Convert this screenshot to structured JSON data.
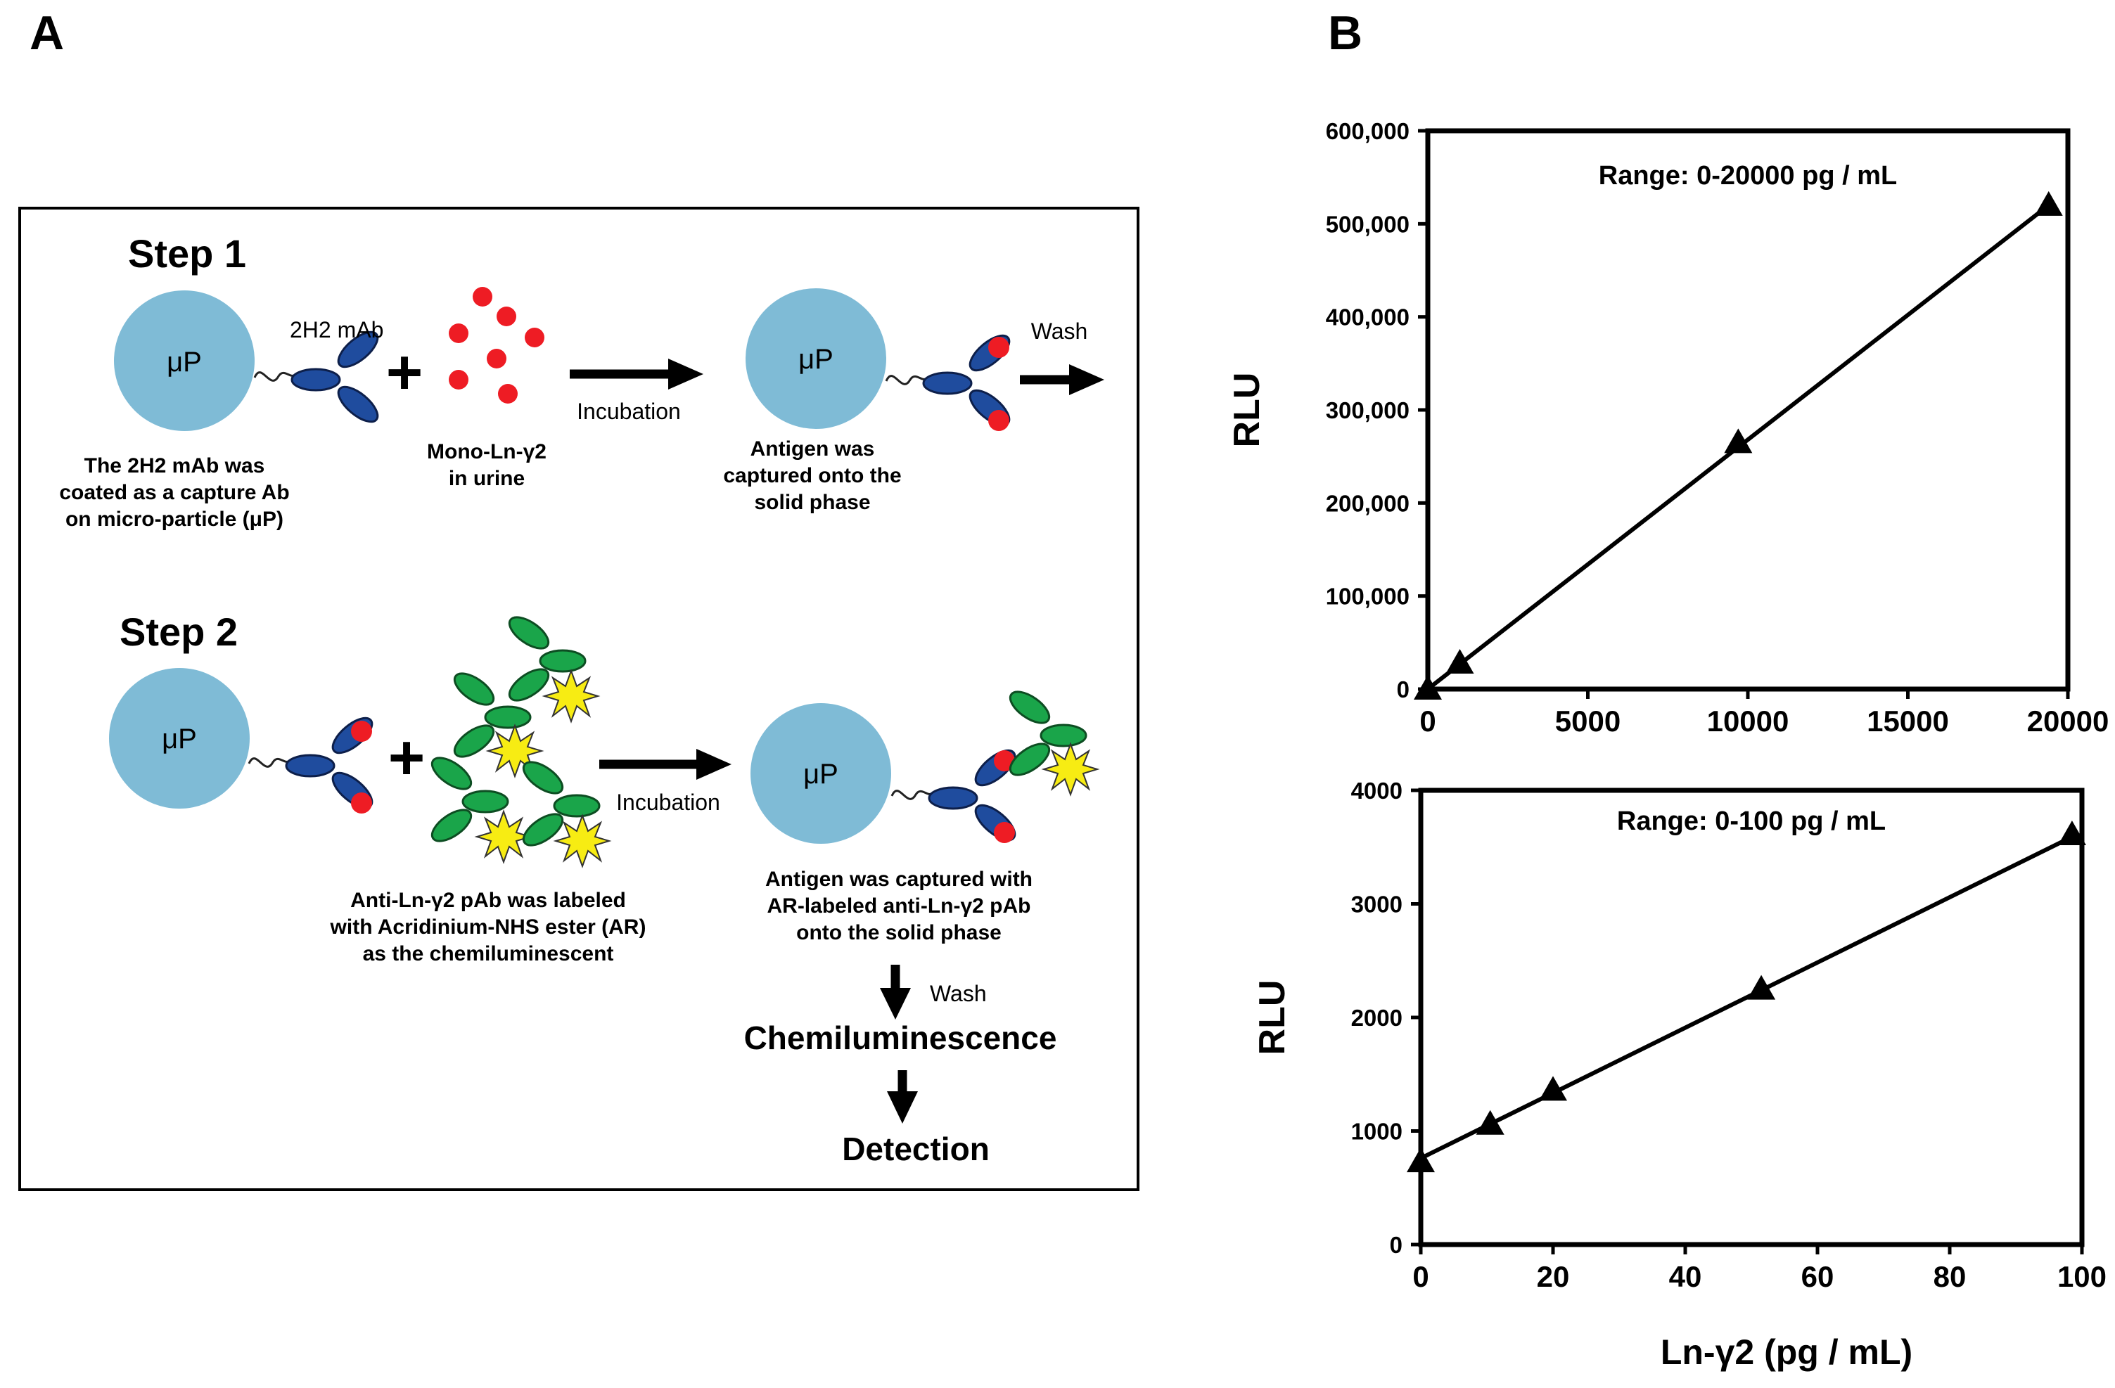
{
  "panel_a": {
    "label": "A",
    "step1": {
      "title": "Step 1",
      "particle_label": "μP",
      "mab_label": "2H2 mAb",
      "incubation": "Incubation",
      "wash": "Wash",
      "desc_left": [
        "The 2H2 mAb was",
        "coated as a capture Ab",
        "on micro-particle (μP)"
      ],
      "desc_mid": [
        "Mono-Ln-γ2",
        "in urine"
      ],
      "desc_right": [
        "Antigen was",
        "captured onto the",
        "solid phase"
      ]
    },
    "step2": {
      "title": "Step 2",
      "particle_label": "μP",
      "incubation": "Incubation",
      "wash": "Wash",
      "desc_mid": [
        "Anti-Ln-γ2 pAb was labeled",
        "with Acridinium-NHS ester (AR)",
        "as the chemiluminescent"
      ],
      "desc_right": [
        "Antigen was captured with",
        "AR-labeled anti-Ln-γ2 pAb",
        "onto the solid phase"
      ],
      "chemiluminescence": "Chemiluminescence",
      "detection": "Detection"
    },
    "colors": {
      "particle": "#7fbbd6",
      "antibody": "#1f4c9e",
      "antigen": "#ee1c24",
      "labeled_antibody": "#1aa54a",
      "acridinium_burst": "#f7ec13"
    }
  },
  "panel_b": {
    "label": "B",
    "xlabel": "Ln-γ2 (pg / mL)"
  },
  "chart_data": [
    {
      "type": "line",
      "title": "Range: 0-20000 pg / mL",
      "xlabel": "",
      "ylabel": "RLU",
      "xlim": [
        0,
        20000
      ],
      "ylim": [
        0,
        600000
      ],
      "xticks": [
        0,
        5000,
        10000,
        15000,
        20000
      ],
      "xtick_labels": [
        "0",
        "5000",
        "10000",
        "15000",
        "20000"
      ],
      "yticks": [
        0,
        100000,
        200000,
        300000,
        400000,
        500000,
        600000
      ],
      "ytick_labels": [
        "0",
        "100,000",
        "200,000",
        "300,000",
        "400,000",
        "500,000",
        "600,000"
      ],
      "marker": "triangle",
      "grid": false,
      "x": [
        0,
        1000,
        9700,
        19400
      ],
      "y": [
        0,
        28000,
        265000,
        520000
      ],
      "fit_line": {
        "x": [
          0,
          19400
        ],
        "y": [
          0,
          520000
        ]
      }
    },
    {
      "type": "line",
      "title": "Range: 0-100 pg / mL",
      "xlabel": "Ln-γ2 (pg / mL)",
      "ylabel": "RLU",
      "xlim": [
        0,
        100
      ],
      "ylim": [
        0,
        4000
      ],
      "xticks": [
        0,
        20,
        40,
        60,
        80,
        100
      ],
      "xtick_labels": [
        "0",
        "20",
        "40",
        "60",
        "80",
        "100"
      ],
      "yticks": [
        0,
        1000,
        2000,
        3000,
        4000
      ],
      "ytick_labels": [
        "0",
        "1000",
        "2000",
        "3000",
        "4000"
      ],
      "marker": "triangle",
      "grid": false,
      "x": [
        0,
        10.5,
        20,
        51.5,
        98.5
      ],
      "y": [
        730,
        1060,
        1360,
        2250,
        3610
      ],
      "fit_line": {
        "x": [
          0,
          98.5
        ],
        "y": [
          760,
          3590
        ]
      }
    }
  ]
}
